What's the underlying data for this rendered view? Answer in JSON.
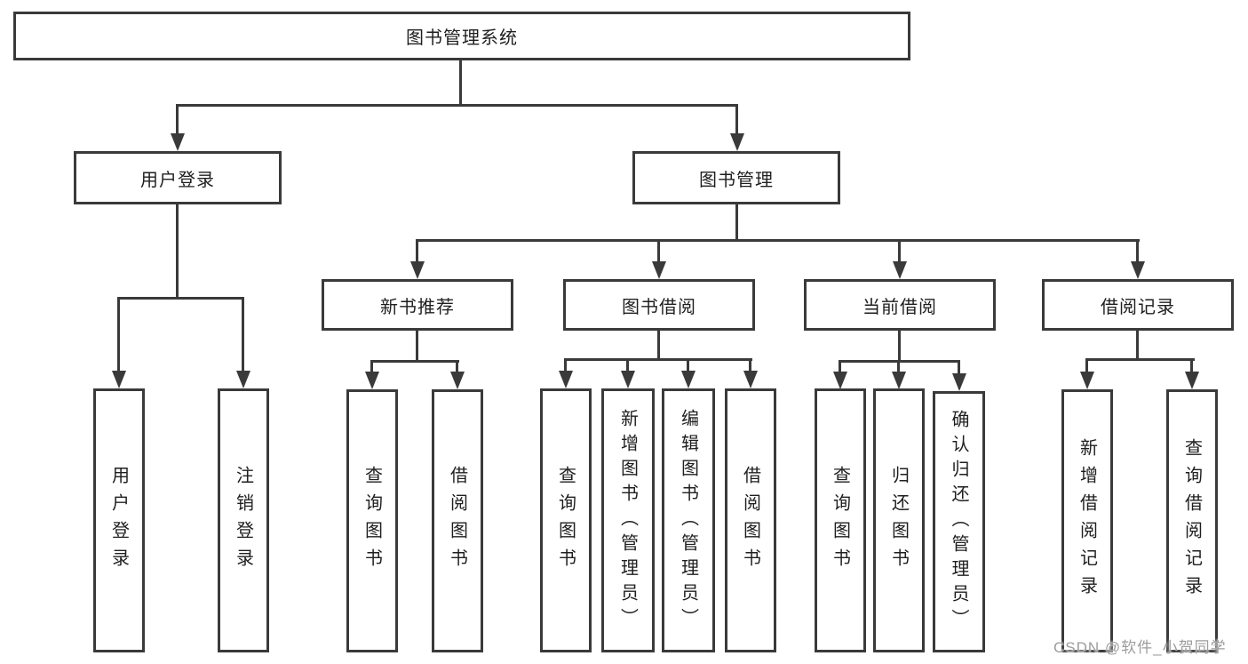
{
  "diagram": {
    "root": "图书管理系统",
    "branches": {
      "user_login": {
        "label": "用户登录",
        "leaves": [
          "用户登录",
          "注销登录"
        ]
      },
      "book_mgmt": {
        "label": "图书管理",
        "groups": [
          {
            "label": "新书推荐",
            "leaves": [
              "查询图书",
              "借阅图书"
            ]
          },
          {
            "label": "图书借阅",
            "leaves": [
              "查询图书",
              "新增图书（管理员）",
              "编辑图书（管理员）",
              "借阅图书"
            ]
          },
          {
            "label": "当前借阅",
            "leaves": [
              "查询图书",
              "归还图书",
              "确认归还（管理员）"
            ]
          },
          {
            "label": "借阅记录",
            "leaves": [
              "新增借阅记录",
              "查询借阅记录"
            ]
          }
        ]
      }
    }
  },
  "watermark": "CSDN @软件_小贺同学",
  "colors": {
    "line": "#3a3a3a",
    "text": "#1f1f1f",
    "background": "#ffffff",
    "watermark": "#9c9c9c"
  }
}
